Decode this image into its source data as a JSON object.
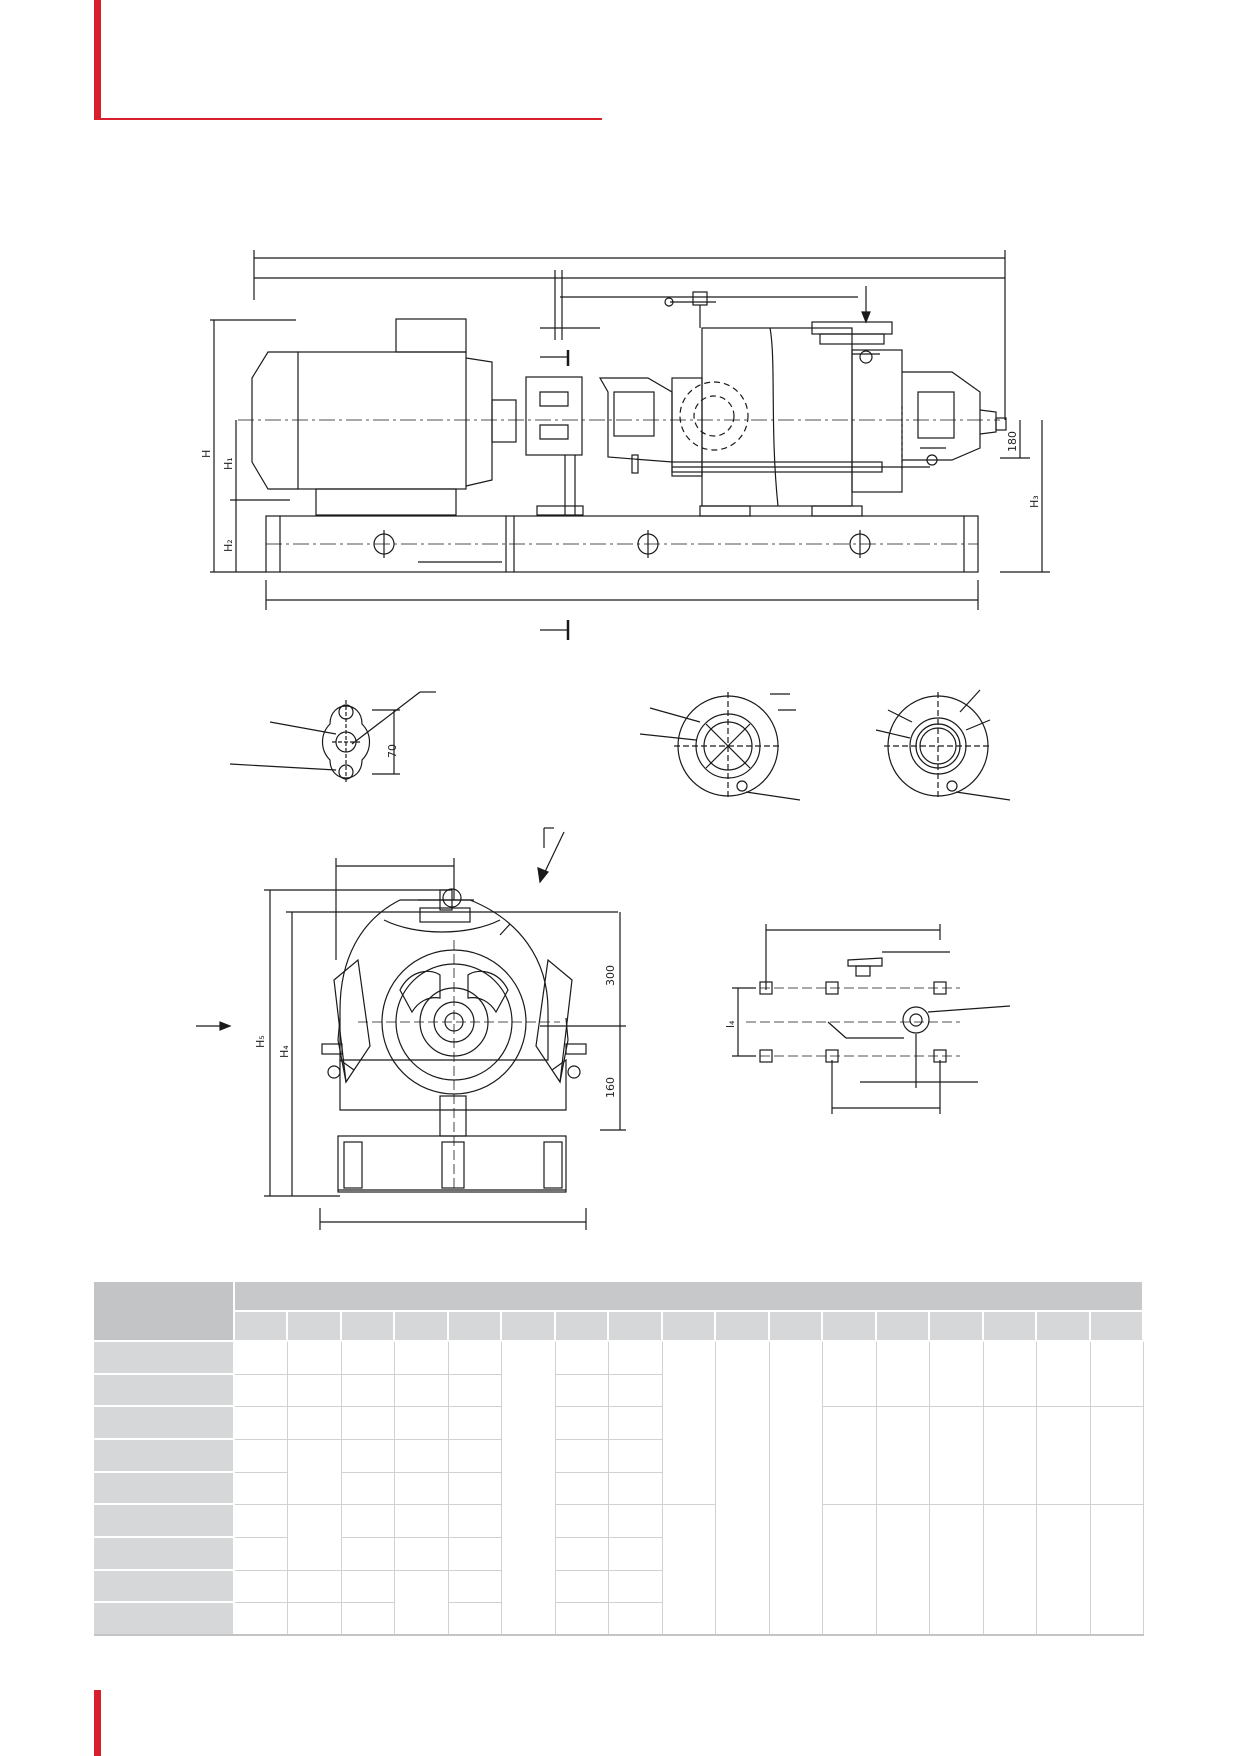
{
  "page": {
    "accent_color": "#d71f2d",
    "line_color": "#1a1a1a",
    "table_header_color": "#c3c4c6",
    "table_label_color": "#d6d7d9"
  },
  "drawing": {
    "dimension_labels": {
      "H": "H",
      "H1": "H₁",
      "H2": "H₂",
      "H3": "H₃",
      "H4": "H₄",
      "H5": "H₅",
      "l4": "l₄",
      "d180": "180",
      "d70": "70",
      "d300": "300",
      "d160": "160"
    }
  },
  "table": {
    "header_main": "",
    "header_top": "",
    "sub_headers": [
      "",
      "",
      "",
      "",
      "",
      "",
      "",
      "",
      "",
      "",
      "",
      "",
      "",
      "",
      "",
      "",
      ""
    ],
    "row_labels": [
      "",
      "",
      "",
      "",
      "",
      "",
      "",
      "",
      ""
    ]
  }
}
